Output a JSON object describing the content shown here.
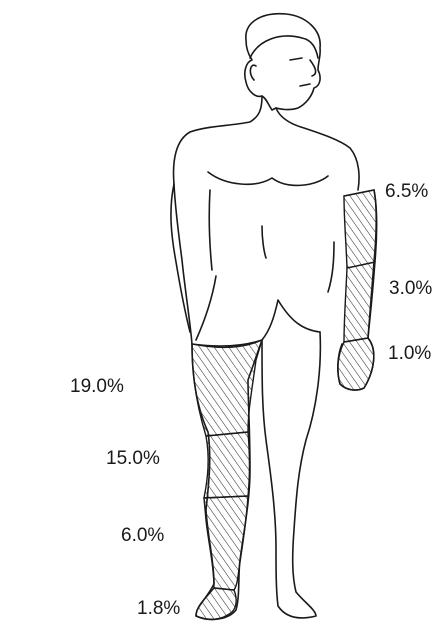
{
  "labels": {
    "upper_arm": "6.5%",
    "forearm": "3.0%",
    "hand": "1.0%",
    "thigh": "19.0%",
    "knee_region": "15.0%",
    "lower_leg": "6.0%",
    "foot": "1.8%"
  },
  "colors": {
    "outline": "#1a1a1a",
    "hatch": "#333333",
    "background": "#ffffff"
  }
}
